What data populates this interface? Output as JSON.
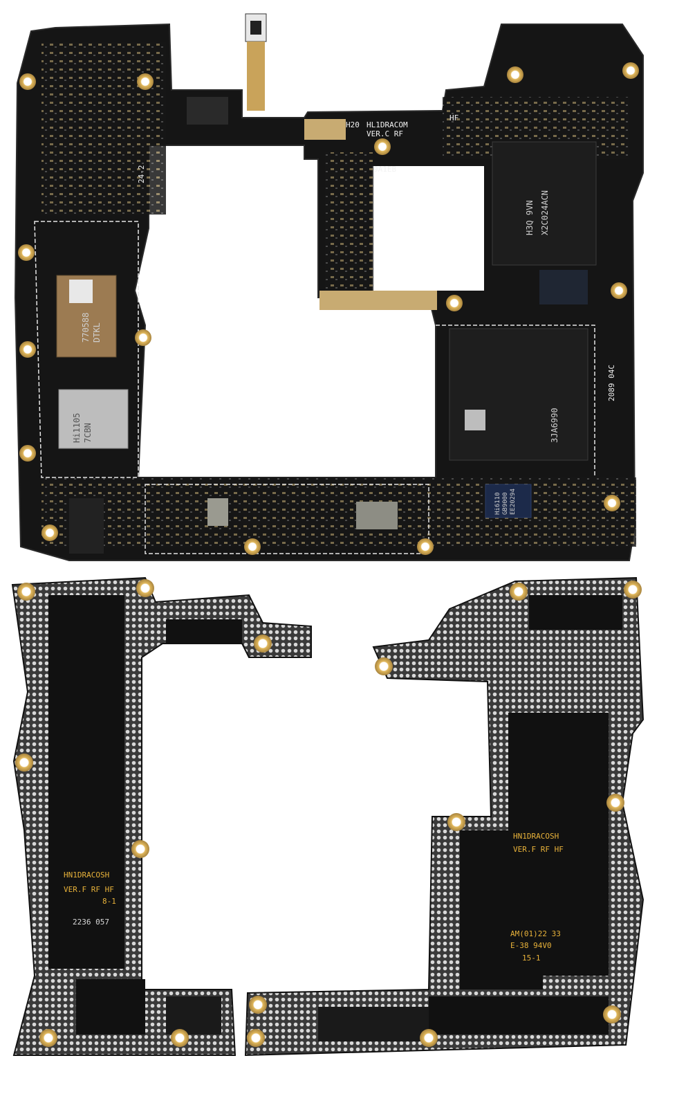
{
  "top_board": {
    "labels": {
      "h20": "H20",
      "board_name": "HL1DRACOM",
      "version": "VER.C RF",
      "hf": "HF",
      "code_9a1eb": "9A1EB",
      "code_24_2": "24-2",
      "code_2089_04c": "2089 04C"
    },
    "chips": {
      "memory": [
        "H3Q 9VN",
        "X2C024ACN"
      ],
      "rf_chip": [
        "770588",
        "DTKL"
      ],
      "wifi_chip": [
        "Hi1105",
        "7CBN"
      ],
      "soc": "3JA6990",
      "pmic": [
        "Hi6110",
        "GB9000",
        "EE20294"
      ]
    }
  },
  "left_frame": {
    "board_name": "HN1DRACOSH",
    "version": "VER.F RF HF",
    "rev": "8-1",
    "date": "2236 057"
  },
  "right_frame": {
    "board_name": "HN1DRACOSH",
    "version": "VER.F RF HF",
    "cert_line1": "AM(01)22 33",
    "cert_line2": "E-38 94V0",
    "rev": "15-1"
  },
  "colors": {
    "board": "#141414",
    "trace": "#e6e6e6",
    "gold": "#d6b06a",
    "silkscreen_yellow": "#e8b23a"
  }
}
